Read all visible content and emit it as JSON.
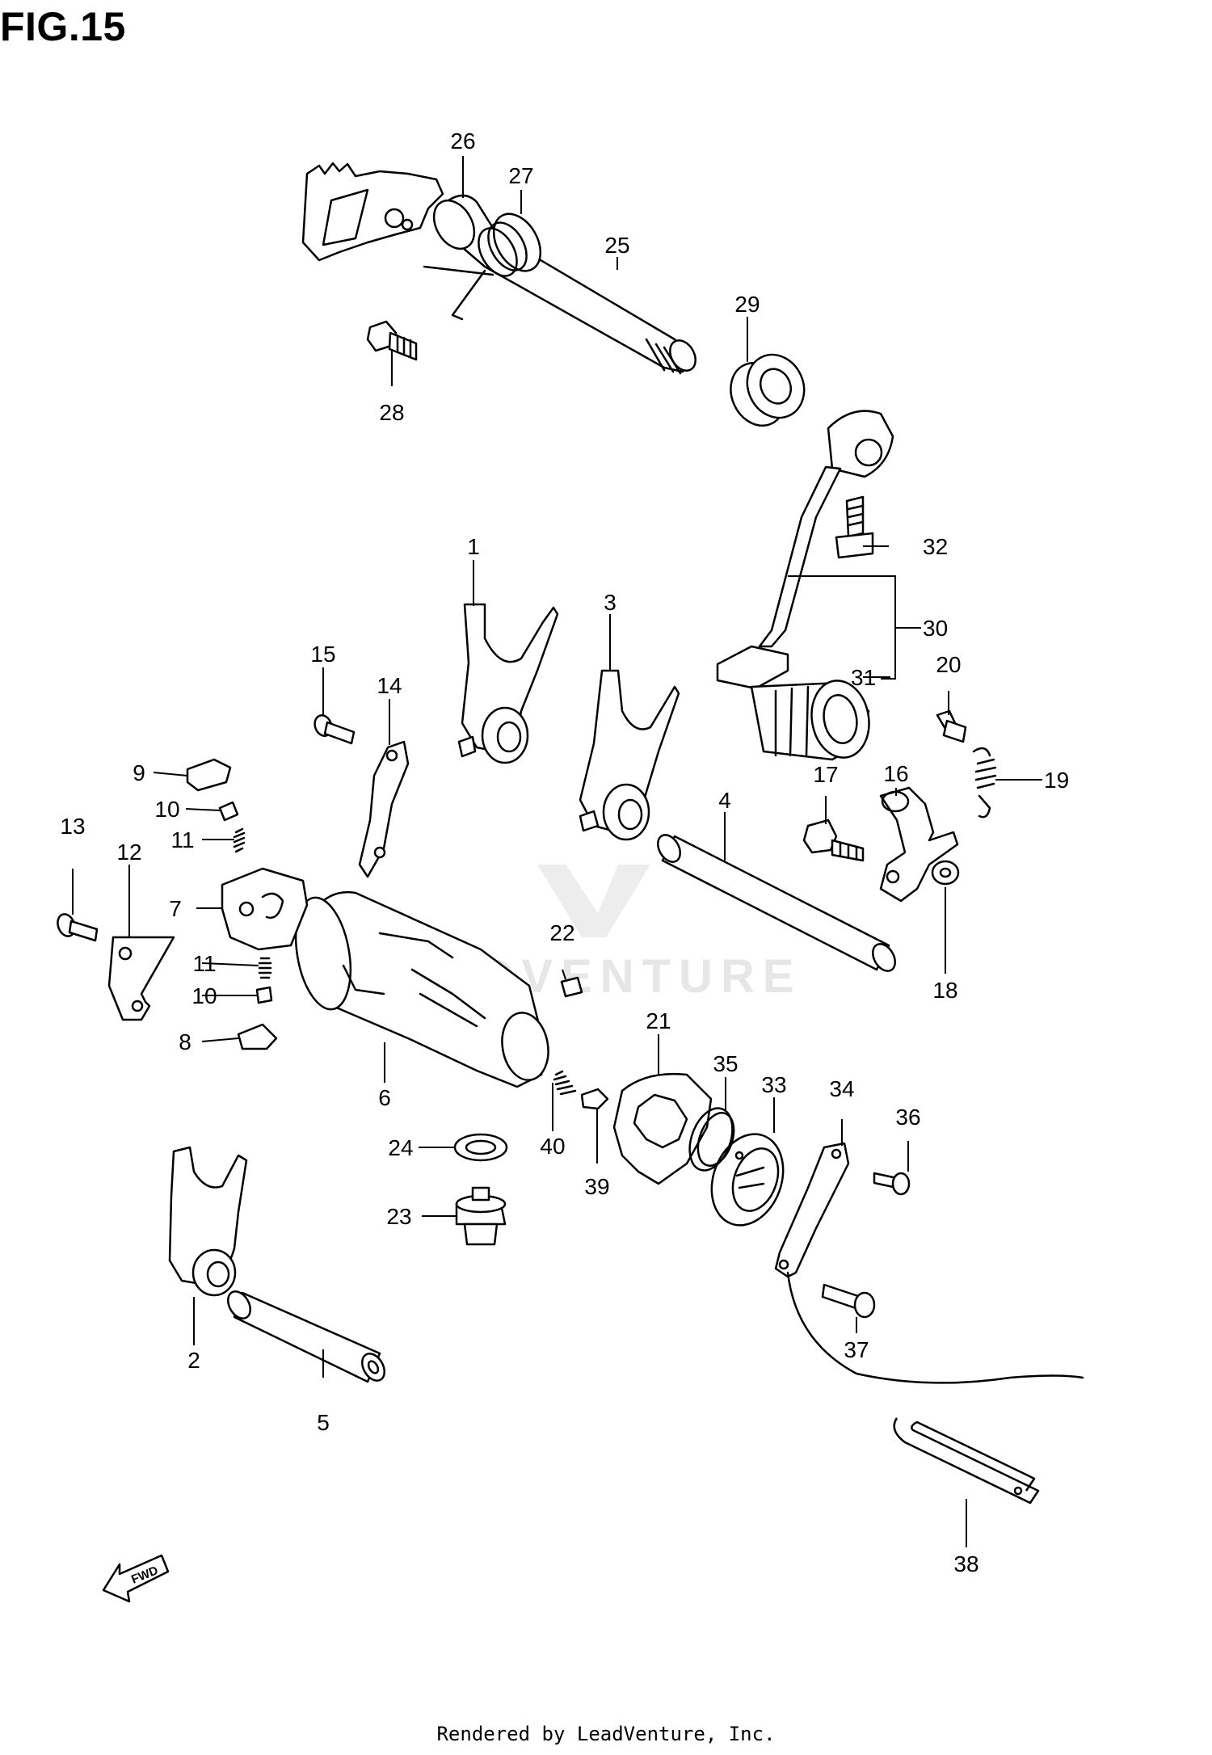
{
  "title": "FIG.15",
  "footer": "Rendered by LeadVenture, Inc.",
  "watermark": "LEADVENTURE",
  "fwd_label": "FWD",
  "callouts": {
    "c1": "1",
    "c2": "2",
    "c3": "3",
    "c4": "4",
    "c5": "5",
    "c6": "6",
    "c7": "7",
    "c8": "8",
    "c9": "9",
    "c10a": "10",
    "c10b": "10",
    "c11a": "11",
    "c11b": "11",
    "c12": "12",
    "c13": "13",
    "c14": "14",
    "c15": "15",
    "c16": "16",
    "c17": "17",
    "c18": "18",
    "c19": "19",
    "c20": "20",
    "c21": "21",
    "c22": "22",
    "c23": "23",
    "c24": "24",
    "c25": "25",
    "c26": "26",
    "c27": "27",
    "c28": "28",
    "c29": "29",
    "c30": "30",
    "c31": "31",
    "c32": "32",
    "c33": "33",
    "c34": "34",
    "c35": "35",
    "c36": "36",
    "c37": "37",
    "c38": "38",
    "c39": "39",
    "c40": "40"
  }
}
